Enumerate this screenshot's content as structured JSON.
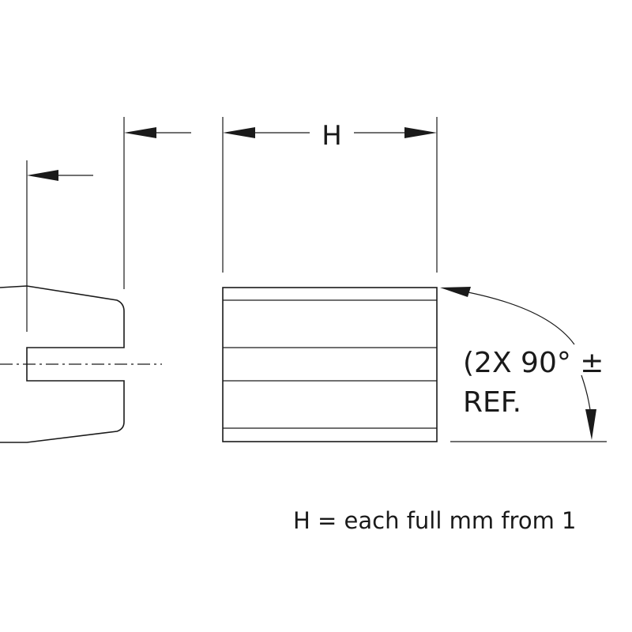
{
  "dimension_height_label": "H",
  "angle_note": {
    "line1": "(2X 90° ±",
    "line2": "REF."
  },
  "footer_note": "H = each full mm from 1"
}
